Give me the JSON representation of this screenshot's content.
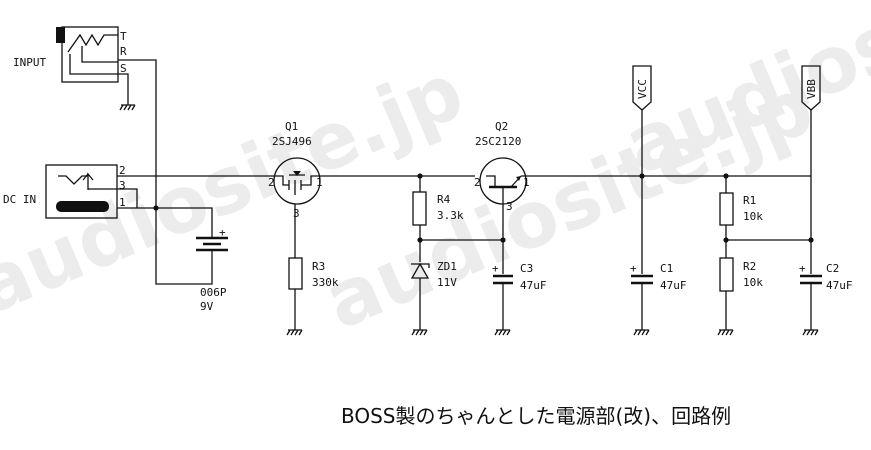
{
  "watermark": "audiosite.jp",
  "caption": "BOSS製のちゃんとした電源部(改)、回路例",
  "input_jack": {
    "label": "INPUT",
    "pins": [
      "T",
      "R",
      "S"
    ]
  },
  "dc_jack": {
    "label": "DC IN",
    "pins": [
      "2",
      "3",
      "1"
    ]
  },
  "battery": {
    "type": "006P",
    "voltage": "9V",
    "polarity": "+"
  },
  "q1": {
    "ref": "Q1",
    "part": "2SJ496",
    "pin_left": "2",
    "pin_right": "1",
    "pin_bottom": "3"
  },
  "q2": {
    "ref": "Q2",
    "part": "2SC2120",
    "pin_left": "2",
    "pin_right": "1",
    "pin_bottom": "3"
  },
  "r1": {
    "ref": "R1",
    "value": "10k"
  },
  "r2": {
    "ref": "R2",
    "value": "10k"
  },
  "r3": {
    "ref": "R3",
    "value": "330k"
  },
  "r4": {
    "ref": "R4",
    "value": "3.3k"
  },
  "zd1": {
    "ref": "ZD1",
    "value": "11V"
  },
  "c1": {
    "ref": "C1",
    "value": "47uF",
    "polarity": "+"
  },
  "c2": {
    "ref": "C2",
    "value": "47uF",
    "polarity": "+"
  },
  "c3": {
    "ref": "C3",
    "value": "47uF",
    "polarity": "+"
  },
  "rails": {
    "vcc": "VCC",
    "vbb": "VBB"
  }
}
